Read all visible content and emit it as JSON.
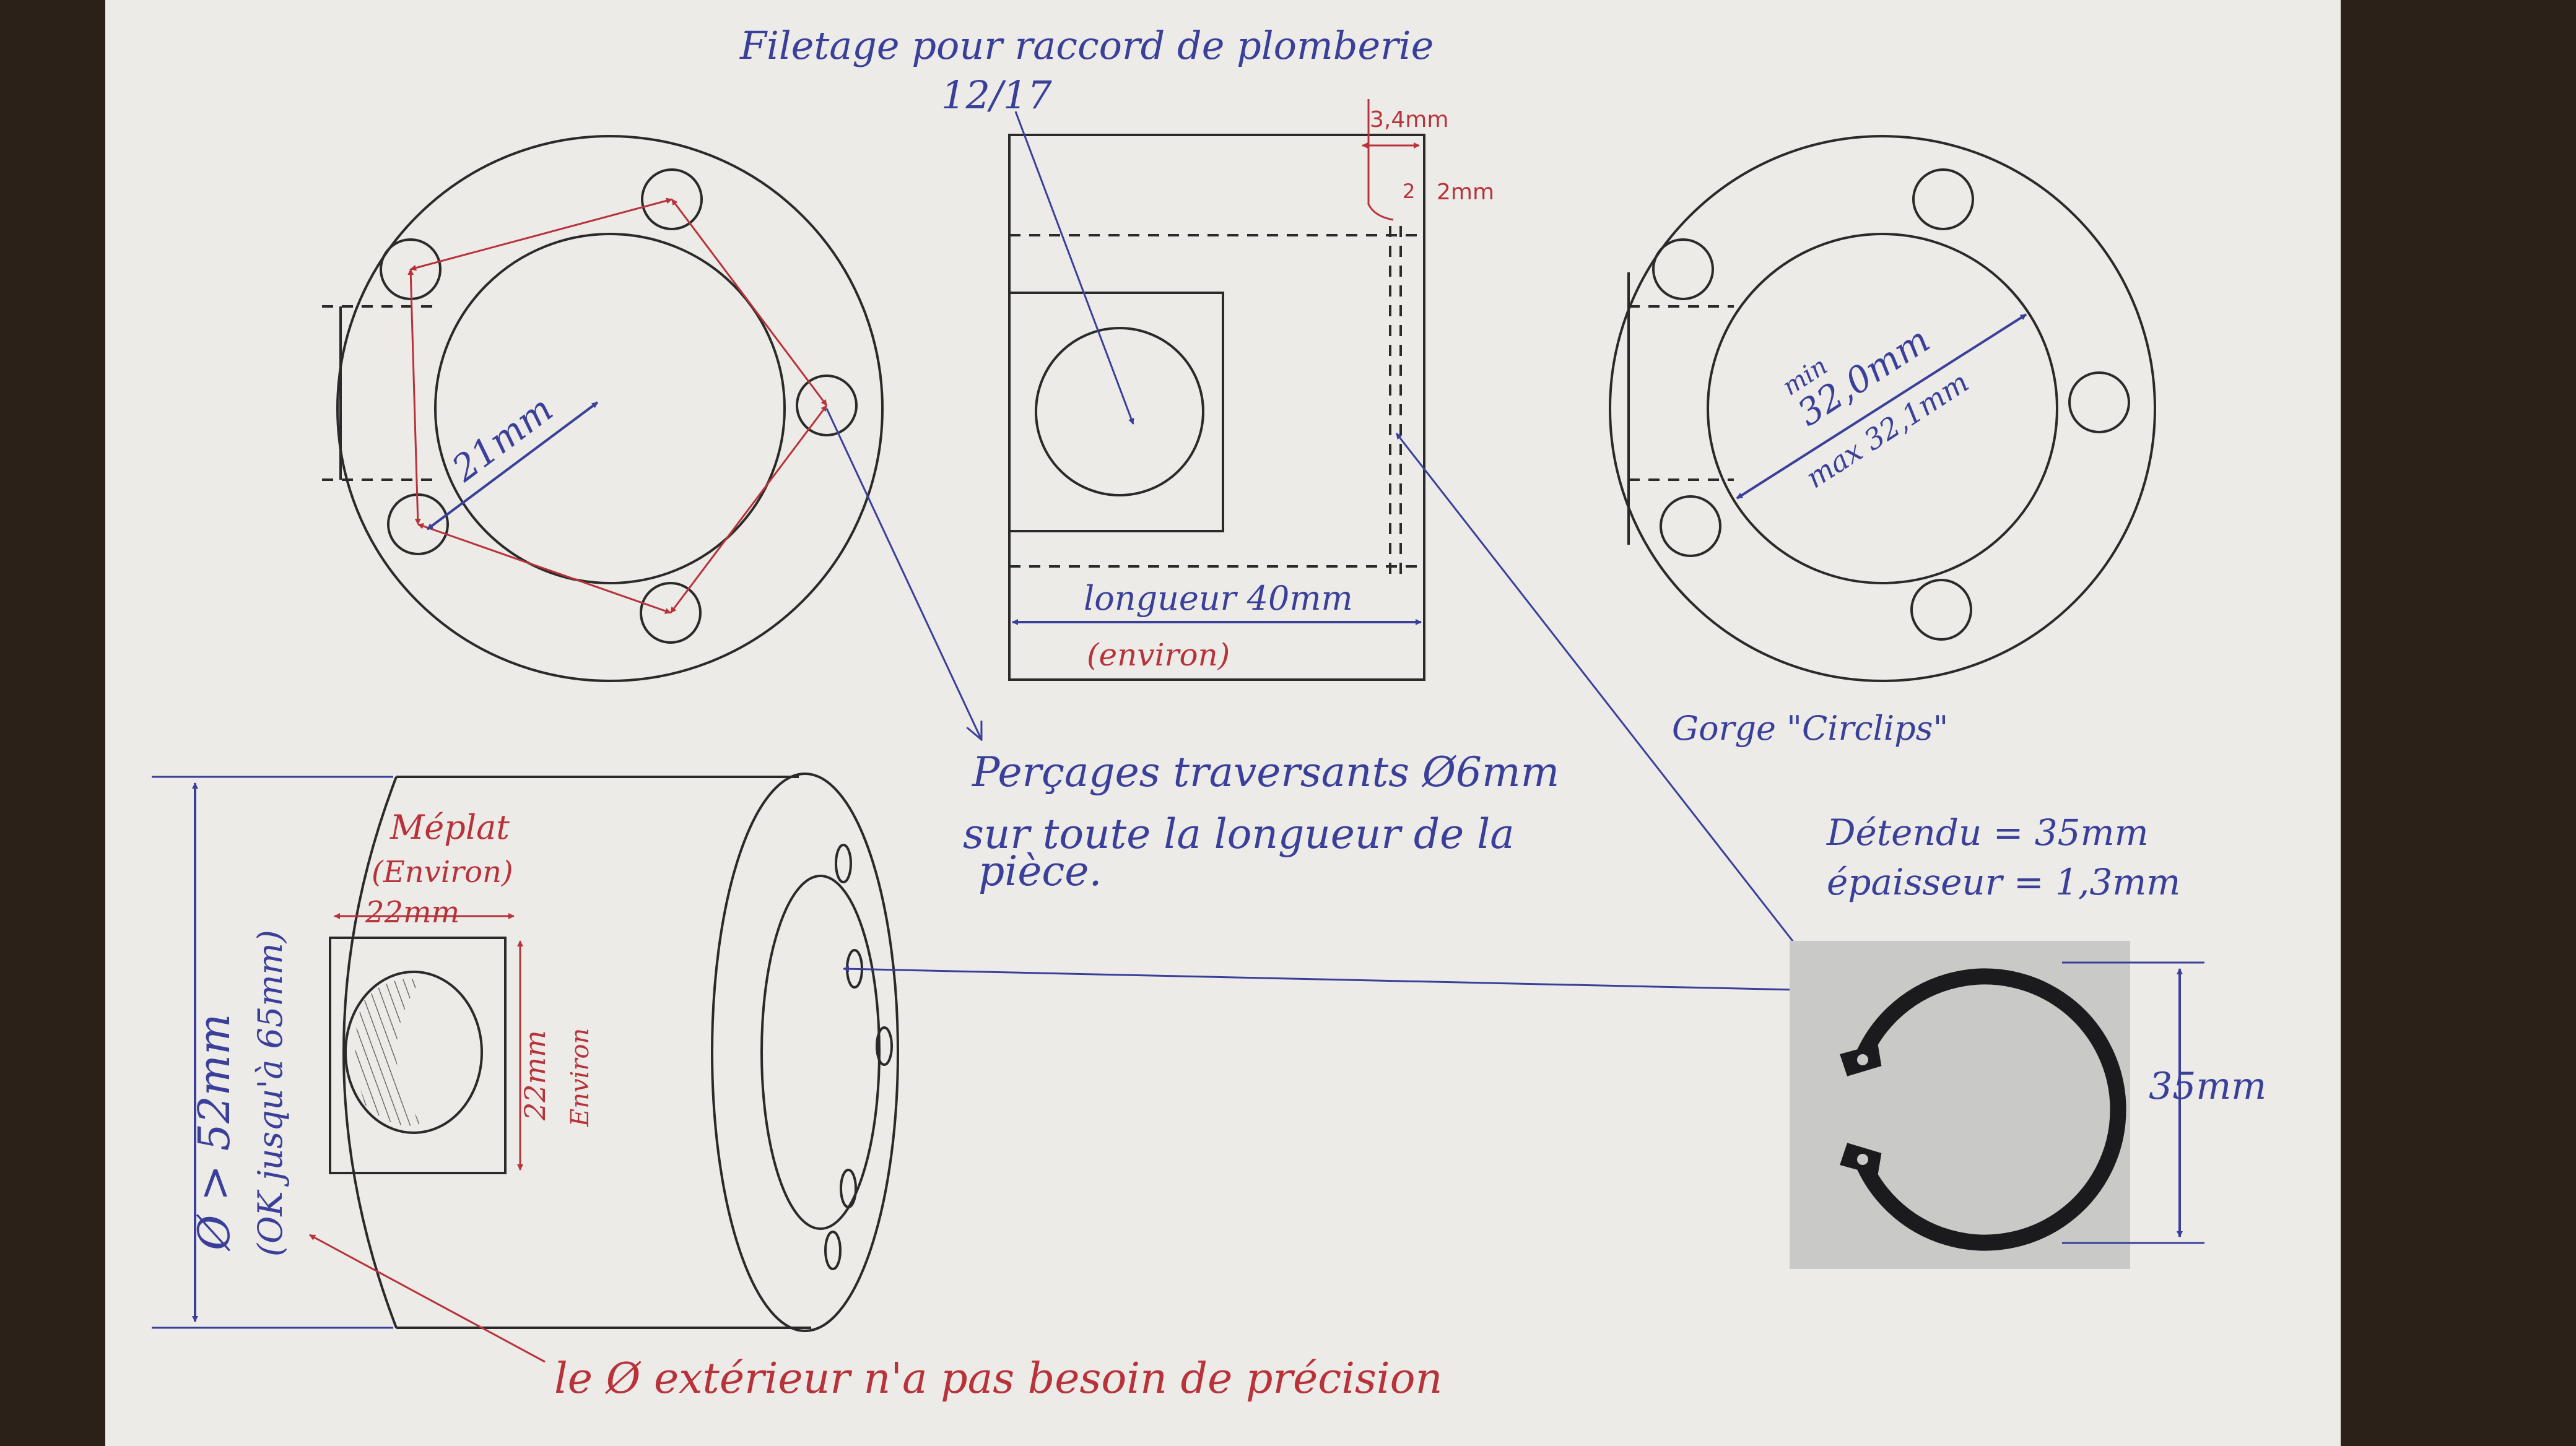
{
  "labels": {
    "threading_title": "Filetage pour raccord de plomberie",
    "threading_size": "12/17",
    "dim_3_4": "3,4mm",
    "dim_2": "2",
    "dim_2mm": "2mm",
    "radius_21": "21mm",
    "length_40": "longueur 40mm",
    "length_approx": "(environ)",
    "min_label": "min",
    "diameter_32_0": "32,0mm",
    "diameter_max": "max 32,1mm",
    "gorge": "Gorge \"Circlips\"",
    "drilling_line1": "Perçages traversants Ø6mm",
    "drilling_line2": "sur toute la longueur de la",
    "drilling_line3": "pièce.",
    "flat_label": "Méplat",
    "flat_approx": "(Environ)",
    "flat_width": "22mm",
    "flat_height": "22mm",
    "flat_height_approx": "Environ",
    "outer_diameter": "Ø > 52mm",
    "outer_diameter_ok": "(OK jusqu'à 65mm)",
    "outer_note": "le Ø extérieur n'a pas besoin de précision",
    "detendu": "Détendu = 35mm",
    "epaisseur": "épaisseur = 1,3mm",
    "circlip_dim": "35mm"
  },
  "colors": {
    "paper": "#ecebe7",
    "background": "#2b2119",
    "line_ink": "#2a2a2a",
    "blue_ink": "#3a3f9a",
    "red_ink": "#b8323a",
    "photo_bg": "#c9c9c7",
    "ring": "#1b1b1d"
  }
}
